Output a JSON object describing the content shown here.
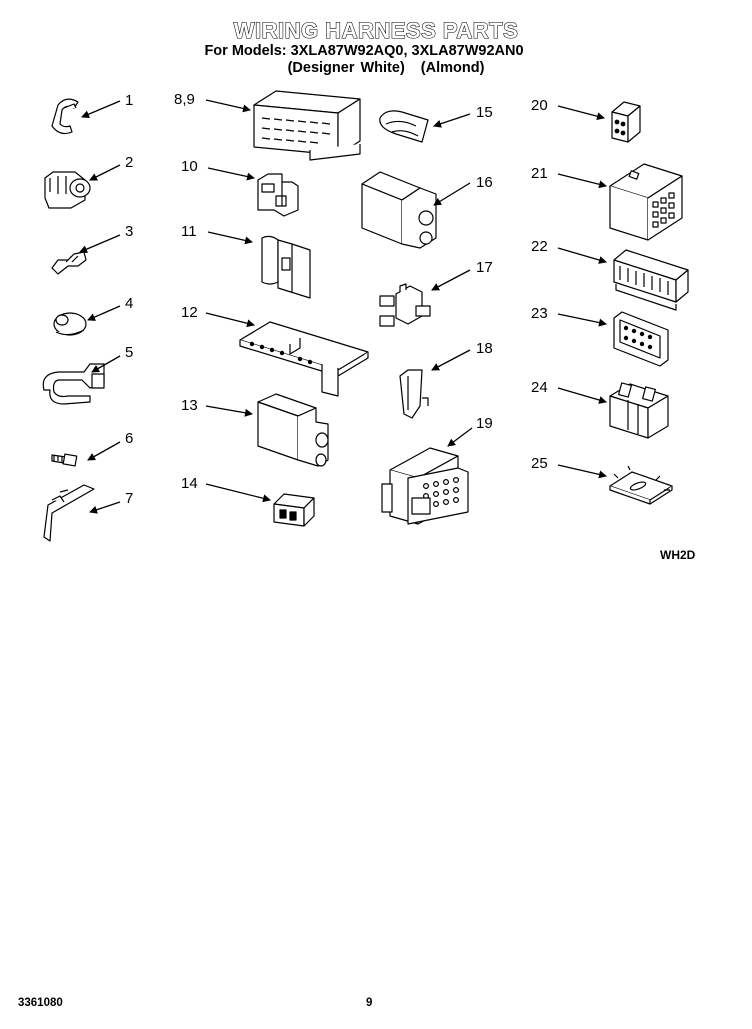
{
  "header": {
    "title": "WIRING HARNESS PARTS",
    "models_line": "For Models: 3XLA87W92AQ0, 3XLA87W92AN0",
    "variant_white": "(Designer White)",
    "variant_almond": "(Almond)"
  },
  "callouts": {
    "p1": "1",
    "p2": "2",
    "p3": "3",
    "p4": "4",
    "p5": "5",
    "p6": "6",
    "p7": "7",
    "p89": "8,9",
    "p10": "10",
    "p11": "11",
    "p12": "12",
    "p13": "13",
    "p14": "14",
    "p15": "15",
    "p16": "16",
    "p17": "17",
    "p18": "18",
    "p19": "19",
    "p20": "20",
    "p21": "21",
    "p22": "22",
    "p23": "23",
    "p24": "24",
    "p25": "25"
  },
  "diagram_code": "WH2D",
  "footer": {
    "doc_number": "3361080",
    "page_number": "9"
  }
}
